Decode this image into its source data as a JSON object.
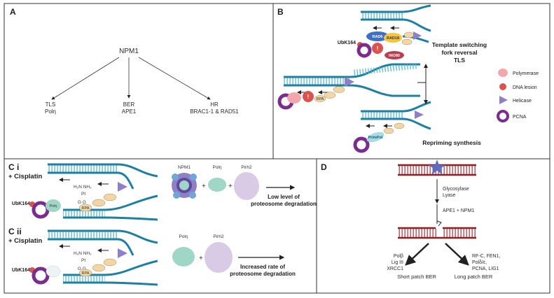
{
  "panels": {
    "a": {
      "label": "A",
      "root": "NPM1",
      "branches": [
        {
          "line1": "TLS",
          "line2": "Polη"
        },
        {
          "line1": "BER",
          "line2": "APE1"
        },
        {
          "line1": "HR",
          "line2": "BRAC1-1 & RAD51"
        }
      ]
    },
    "b": {
      "label": "B",
      "outcome_top": [
        "Template switching",
        "fork reversal",
        "TLS"
      ],
      "outcome_bottom": "Repriming synthesis",
      "ubk": "UbK164",
      "proteins": {
        "rad6": "RAD6",
        "rad18": "RAD18",
        "ino80": "INO80",
        "primpol": "PrimPol",
        "rpa": "RPA"
      },
      "lesion_mark": "!"
    },
    "legend": [
      {
        "label": "Polymerase",
        "icon": "polymerase-icon",
        "color": "#f2a7ad"
      },
      {
        "label": "DNA lesion",
        "icon": "lesion-icon",
        "color": "#d9534f"
      },
      {
        "label": "Helicase",
        "icon": "helicase-icon",
        "color": "#8f7fc6"
      },
      {
        "label": "PCNA",
        "icon": "pcna-icon",
        "color": "#7b2c8f"
      }
    ],
    "ci": {
      "label": "C i",
      "sub": "+ Cisplatin",
      "ubk": "UbK164",
      "pol": "Polη",
      "chem": {
        "nh": "H₂N  NH₂",
        "pt": "Pt",
        "gg": "G  G"
      },
      "npm1": "NPM1",
      "poleta": "Polη",
      "pirh2": "Pirh2",
      "result": [
        "Low level of",
        "proteosome degradation"
      ],
      "rpa": "RPA"
    },
    "cii": {
      "label": "C ii",
      "sub": "+ Cisplatin",
      "ubk": "UbK164",
      "chem": {
        "nh": "H₂N  NH₂",
        "pt": "Pt",
        "gg": "G  G"
      },
      "poleta": "Polη",
      "pirh2": "Pirh2",
      "result": [
        "Increased rate of",
        "proteosome degradation"
      ],
      "rpa": "RPA"
    },
    "d": {
      "label": "D",
      "step1": [
        "Glycosylase",
        "Lyase"
      ],
      "step2": "APE1 + NPM1",
      "short": {
        "items": [
          "Polβ",
          "Lig III",
          "XRCC1"
        ],
        "title": "Short patch BER"
      },
      "long": {
        "items": [
          "RF-C, FEN1,",
          "Polδ/ε,",
          "PCNA, LIG1"
        ],
        "title": "Long patch BER"
      }
    }
  },
  "colors": {
    "dna": "#1f7fa3",
    "dna_rungs": "#4fb3c9",
    "red_dna": "#8a1f24",
    "border": "#333333"
  }
}
